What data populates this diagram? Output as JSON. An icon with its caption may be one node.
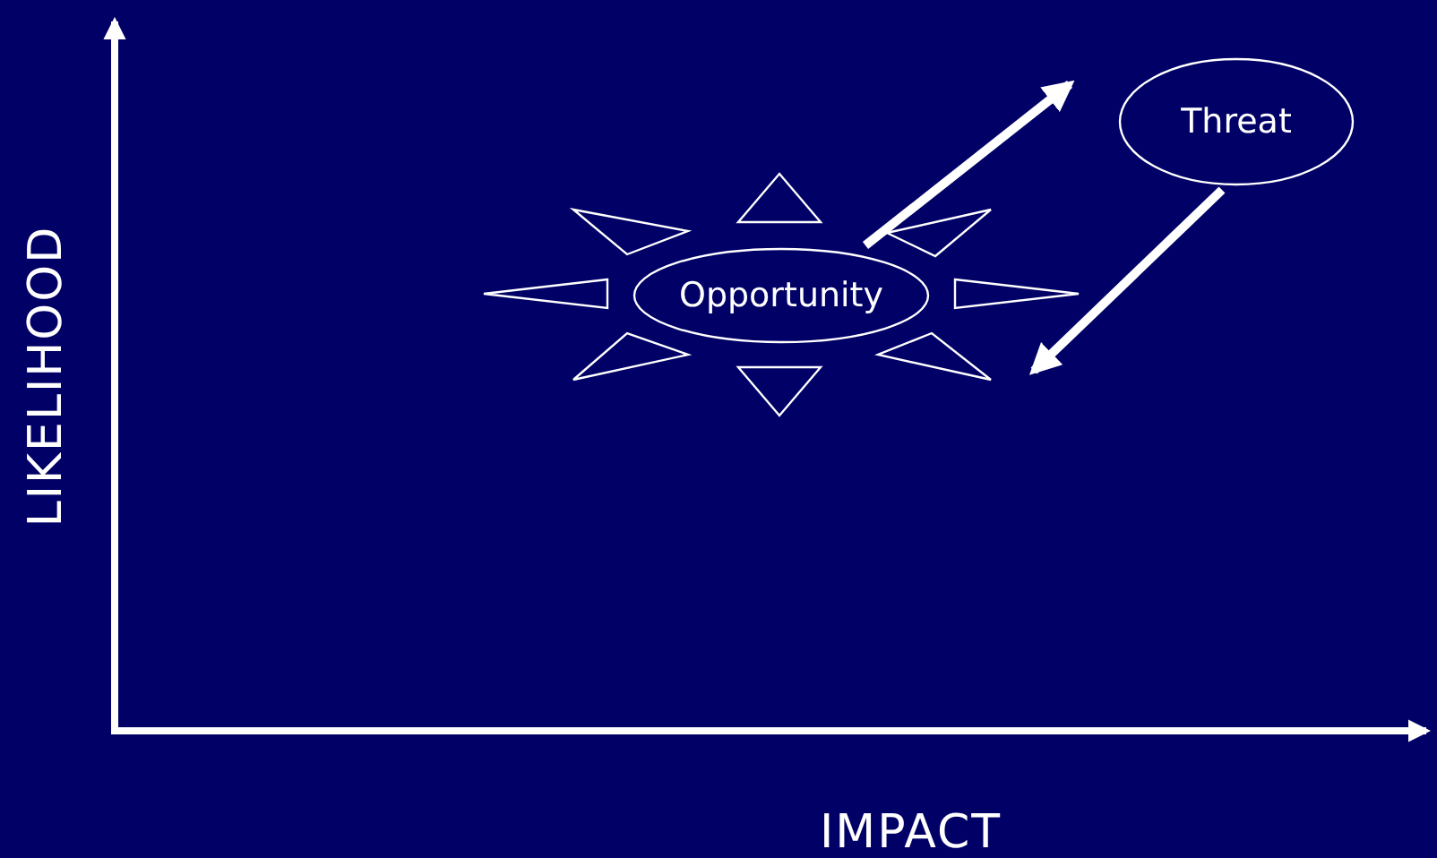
{
  "diagram": {
    "nodes": [
      {
        "text": [
          "Opportunity"
        ]
      },
      {
        "text": [
          "Threat"
        ]
      }
    ],
    "edges": [
      {
        "from": 0,
        "to": 1,
        "arrow": "to"
      },
      {
        "from": 1,
        "to": 0,
        "arrow": "to"
      }
    ],
    "labels": [
      "LIKELIHOOD",
      "IMPACT"
    ]
  }
}
